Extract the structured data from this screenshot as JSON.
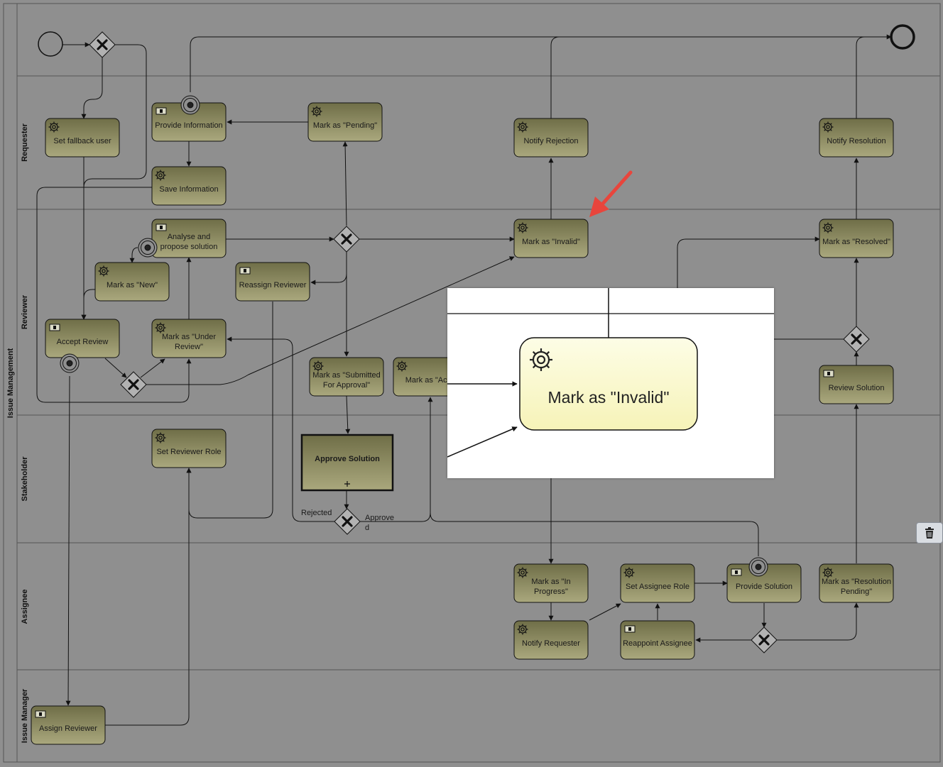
{
  "pool": {
    "label": "Issue Management"
  },
  "lanes": [
    {
      "id": "requester",
      "label": "Requester"
    },
    {
      "id": "reviewer",
      "label": "Reviewer"
    },
    {
      "id": "stakeholder",
      "label": "Stakeholder"
    },
    {
      "id": "assignee",
      "label": "Assignee"
    },
    {
      "id": "issue_manager",
      "label": "Issue Manager"
    }
  ],
  "tasks": {
    "set_fallback_user": {
      "lines": [
        "Set fallback user"
      ],
      "icon": "gear-icon"
    },
    "provide_information": {
      "lines": [
        "Provide Information"
      ],
      "icon": "user-task-icon"
    },
    "mark_pending": {
      "lines": [
        "Mark as \"Pending\""
      ],
      "icon": "gear-icon"
    },
    "save_information": {
      "lines": [
        "Save Information"
      ],
      "icon": "gear-icon"
    },
    "notify_rejection": {
      "lines": [
        "Notify Rejection"
      ],
      "icon": "gear-icon"
    },
    "notify_resolution": {
      "lines": [
        "Notify Resolution"
      ],
      "icon": "gear-icon"
    },
    "analyse_propose": {
      "lines": [
        "Analyse and",
        "propose solution"
      ],
      "icon": "user-task-icon"
    },
    "mark_new": {
      "lines": [
        "Mark as \"New\""
      ],
      "icon": "gear-icon"
    },
    "reassign_reviewer": {
      "lines": [
        "Reassign Reviewer"
      ],
      "icon": "user-task-icon"
    },
    "mark_invalid": {
      "lines": [
        "Mark as \"Invalid\""
      ],
      "icon": "gear-icon"
    },
    "mark_resolved": {
      "lines": [
        "Mark as \"Resolved\""
      ],
      "icon": "gear-icon"
    },
    "accept_review": {
      "lines": [
        "Accept Review"
      ],
      "icon": "user-task-icon"
    },
    "mark_under_review": {
      "lines": [
        "Mark as \"Under",
        "Review\""
      ],
      "icon": "gear-icon"
    },
    "mark_submitted": {
      "lines": [
        "Mark as \"Submitted",
        "For Approval\""
      ],
      "icon": "gear-icon"
    },
    "mark_accepted": {
      "lines": [
        "Mark as \"Acce"
      ],
      "icon": "gear-icon"
    },
    "review_solution": {
      "lines": [
        "Review Solution"
      ],
      "icon": "user-task-icon"
    },
    "set_reviewer_role": {
      "lines": [
        "Set Reviewer Role"
      ],
      "icon": "gear-icon"
    },
    "approve_solution": {
      "lines": [
        "Approve Solution"
      ],
      "icon": "subprocess-plus-icon"
    },
    "mark_in_progress": {
      "lines": [
        "Mark as \"In",
        "Progress\""
      ],
      "icon": "gear-icon"
    },
    "set_assignee_role": {
      "lines": [
        "Set Assignee Role"
      ],
      "icon": "gear-icon"
    },
    "provide_solution": {
      "lines": [
        "Provide Solution"
      ],
      "icon": "user-task-icon"
    },
    "mark_resolution_pending": {
      "lines": [
        "Mark as \"Resolution",
        "Pending\""
      ],
      "icon": "gear-icon"
    },
    "notify_requester": {
      "lines": [
        "Notify Requester"
      ],
      "icon": "gear-icon"
    },
    "reappoint_assignee": {
      "lines": [
        "Reappoint Assignee"
      ],
      "icon": "user-task-icon"
    },
    "assign_reviewer": {
      "lines": [
        "Assign Reviewer"
      ],
      "icon": "user-task-icon"
    }
  },
  "flow_labels": {
    "rejected": "Rejected",
    "approved_line1": "Approve",
    "approved_line2": "d"
  },
  "zoom": {
    "task_label": "Mark as \"Invalid\"",
    "icon": "gear-icon"
  },
  "toolbar": {
    "delete_icon": "trash-icon"
  },
  "colors": {
    "canvas_bg": "#8f8f8f",
    "task_fill_top": "#6f6e47",
    "task_fill_bottom": "#a9a77c",
    "annotation_arrow": "#e8453c",
    "zoom_task_fill": "#fcfbd8"
  }
}
